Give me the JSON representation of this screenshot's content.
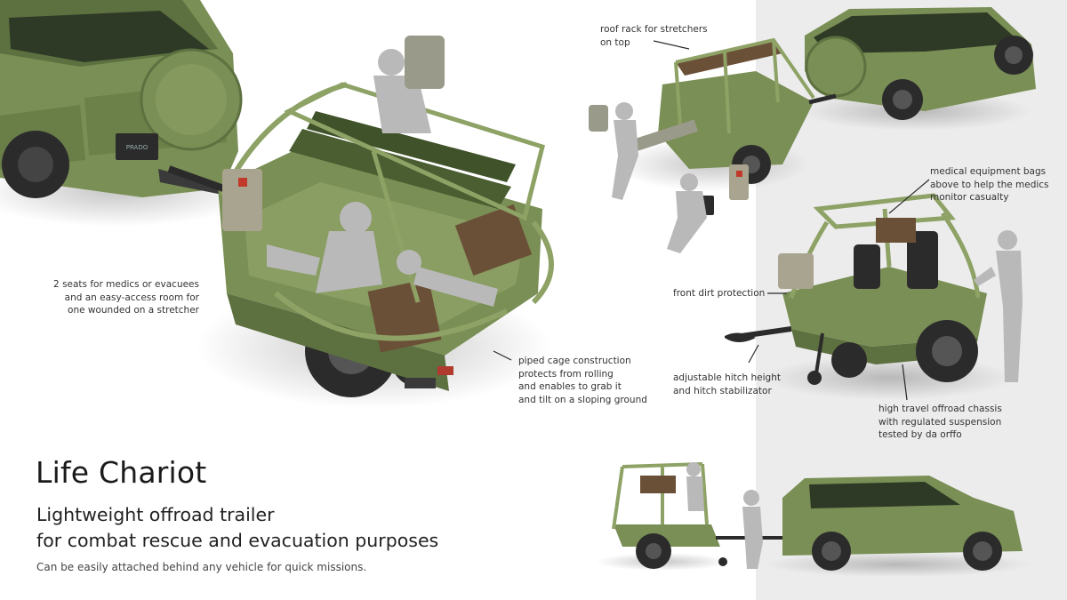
{
  "poster": {
    "title": "Life Chariot",
    "subtitle": "Lightweight offroad trailer\nfor combat rescue and evacuation purposes",
    "caption": "Can be easily attached behind any vehicle for quick missions.",
    "vehicle_badge": "PRADO"
  },
  "annotations": {
    "seats": "2 seats for medics or evacuees\nand an easy-access room for\none wounded on a stretcher",
    "cage": "piped cage construction\nprotects from rolling\nand enables to grab it\nand tilt on a sloping ground",
    "roof_rack": "roof rack for stretchers\non top",
    "medical_bags": "medical equipment bags\nabove to help the medics\nmonitor casualty",
    "dirt_protection": "front dirt protection",
    "hitch": "adjustable hitch height\nand hitch stabilizator",
    "chassis": "high travel offroad chassis\nwith regulated suspension\ntested by da orffo"
  },
  "colors": {
    "olive": "#7a8f55",
    "olive_dark": "#5d7040",
    "olive_light": "#98ab70",
    "tire": "#2b2b2b",
    "mannequin": "#b9b9b9",
    "crate": "#6b5038",
    "panel_gray": "#ececec"
  }
}
